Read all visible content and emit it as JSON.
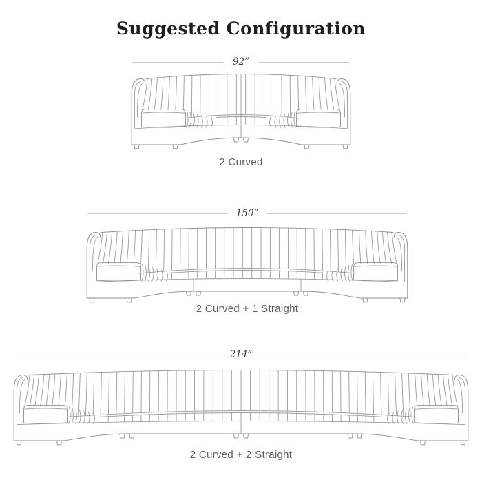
{
  "title": "Suggested Configuration",
  "configurations": [
    {
      "dimension": "92”",
      "caption": "2 Curved",
      "curved": 2,
      "straight": 0
    },
    {
      "dimension": "150”",
      "caption": "2 Curved + 1 Straight",
      "curved": 2,
      "straight": 1
    },
    {
      "dimension": "214”",
      "caption": "2 Curved + 2 Straight",
      "curved": 2,
      "straight": 2
    }
  ],
  "colors": {
    "drawing_line": "#9a9a9a",
    "drawing_line_dark": "#8f8f8f",
    "dimension_rule": "#c9c9c9",
    "dimension_text": "#3d3d3d",
    "caption_text": "#5b5d60",
    "title_text": "#1f1f1f",
    "background": "#ffffff"
  }
}
